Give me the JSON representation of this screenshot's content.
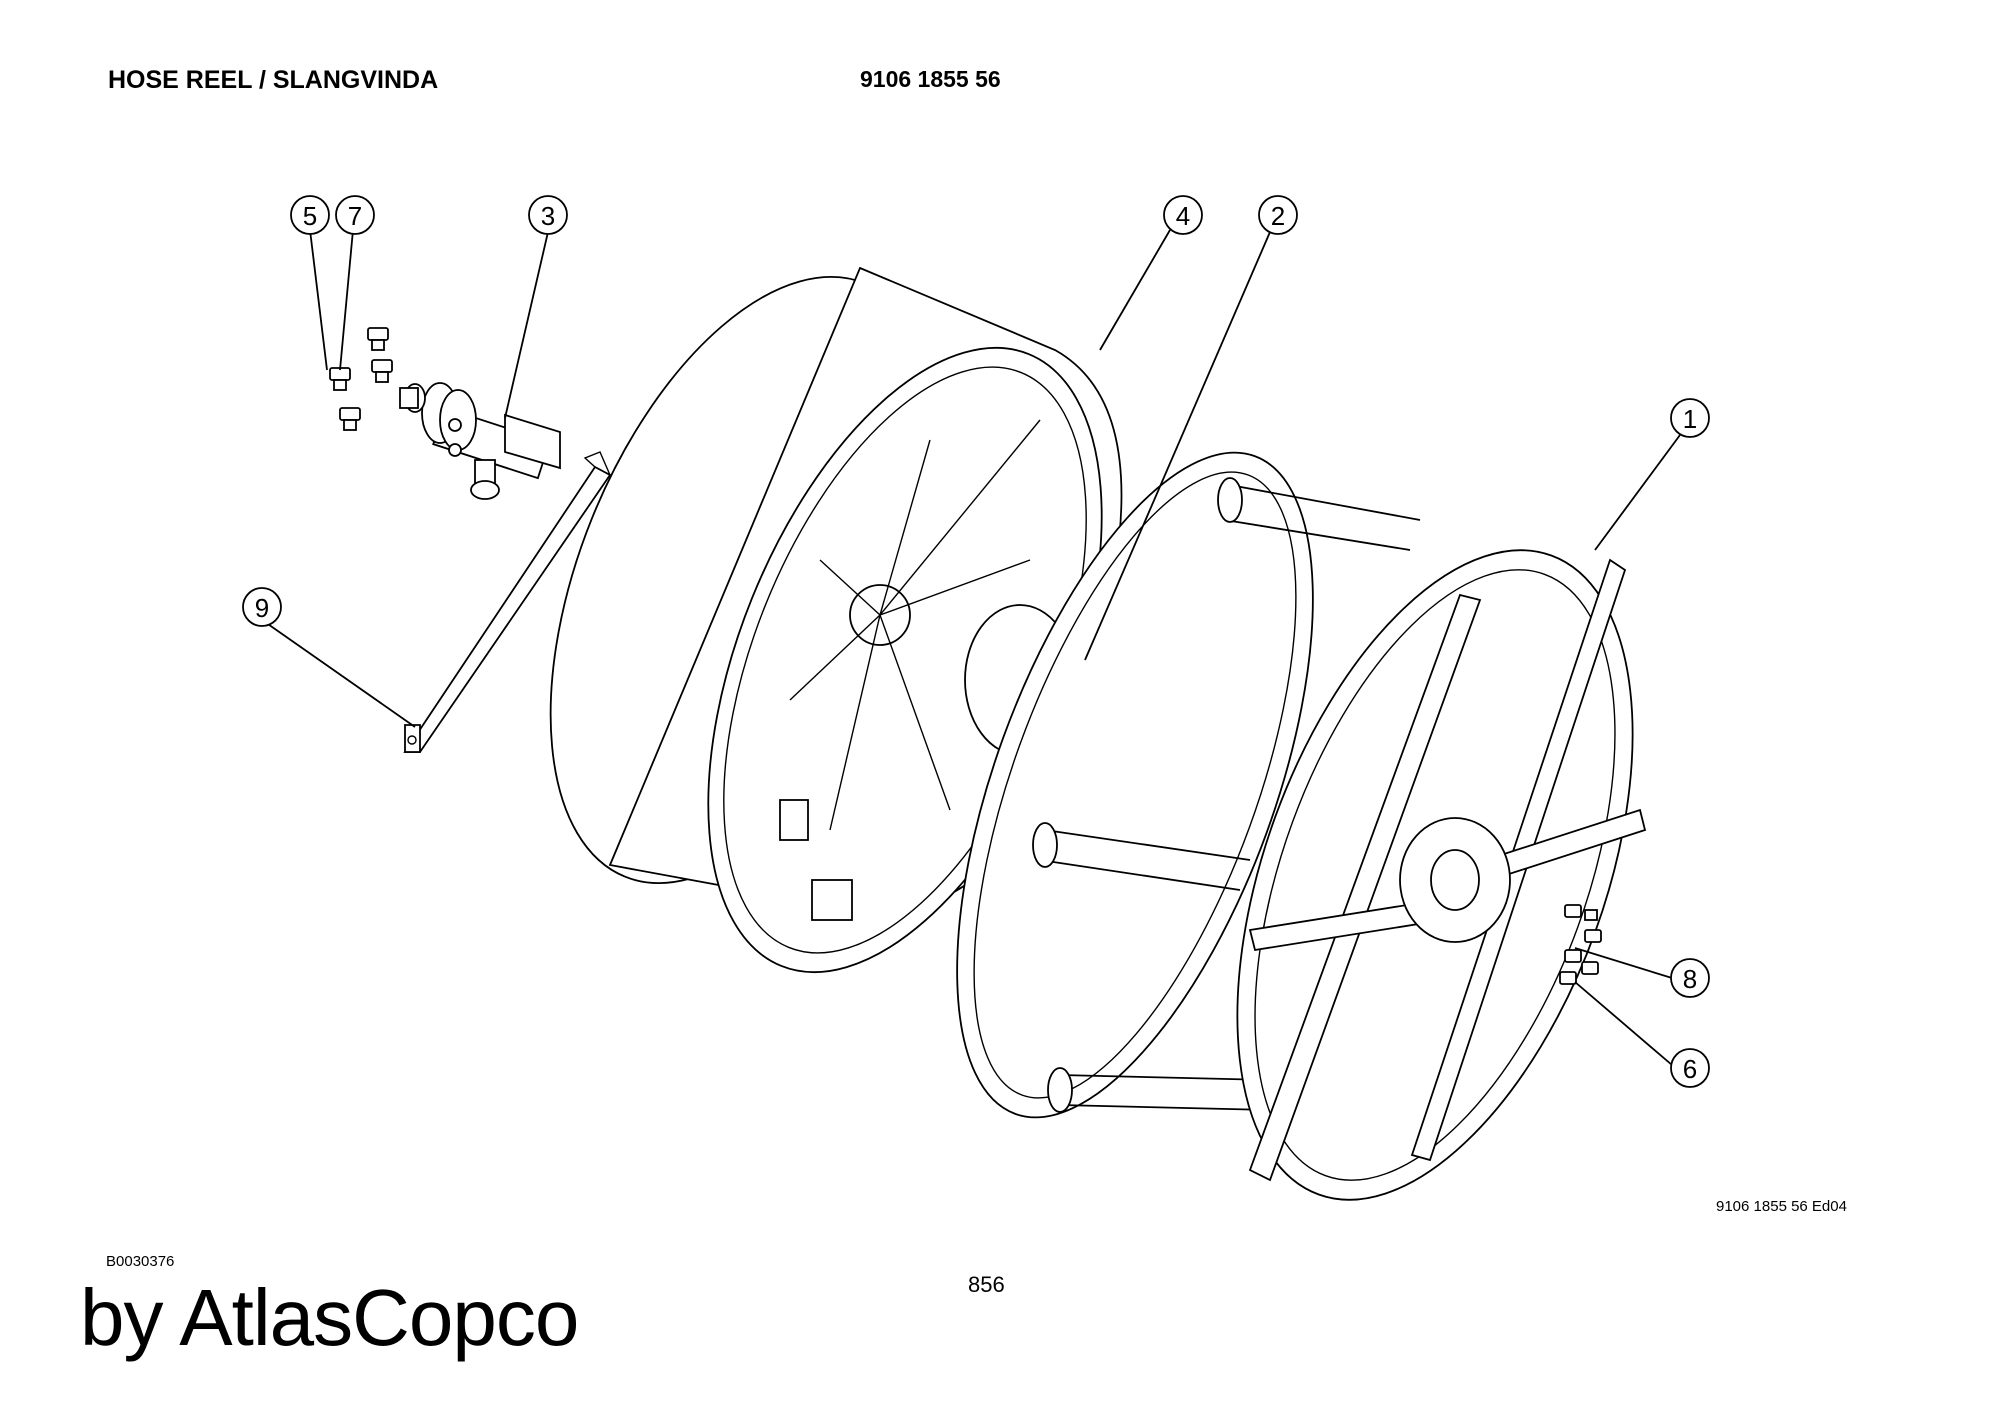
{
  "header": {
    "title": "HOSE REEL / SLANGVINDA",
    "part_number": "9106 1855 56"
  },
  "footer": {
    "edition": "9106 1855 56 Ed04",
    "doc_id": "B0030376",
    "page": "856",
    "brand": "by AtlasCopco"
  },
  "callouts": [
    "1",
    "2",
    "3",
    "4",
    "5",
    "6",
    "7",
    "8",
    "9"
  ]
}
